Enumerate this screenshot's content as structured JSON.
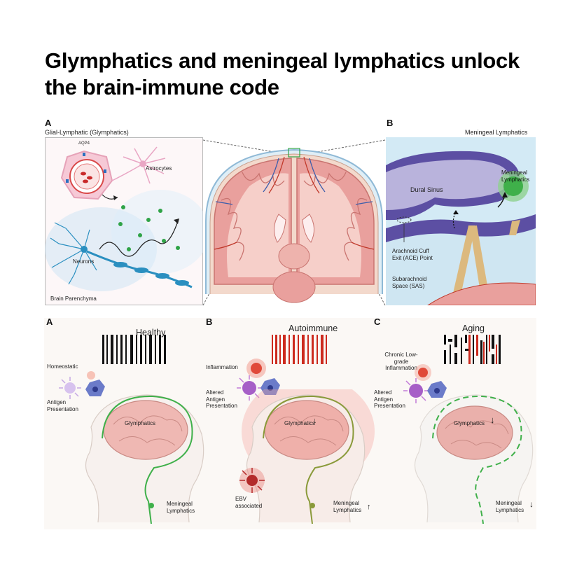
{
  "title": "Glymphatics and meningeal lymphatics unlock the brain-immune code",
  "top": {
    "panel_a": {
      "letter": "A",
      "heading": "Glial-Lymphatic (Glymphatics)",
      "aqp4": "AQP4",
      "astrocytes": "Astrocytes",
      "neurons": "Neurons",
      "parenchyma": "Brain Parenchyma"
    },
    "panel_b": {
      "letter": "B",
      "heading": "Meningeal Lymphatics",
      "dural_sinus": "Dural Sinus",
      "meningeal_lymphatics": "Meningeal Lymphatics",
      "ace": "Arachnoid Cuff Exit (ACE) Point",
      "sas": "Subarachnoid Space (SAS)"
    }
  },
  "bottom": {
    "healthy": {
      "letter": "A",
      "title": "Healthy",
      "homeostatic": "Homeostatic",
      "antigen": "Antigen Presentation",
      "glymphatics": "Glymphatics",
      "meningeal": "Meningeal Lymphatics"
    },
    "autoimmune": {
      "letter": "B",
      "title": "Autoimmune",
      "inflammation": "Inflammation",
      "altered": "Altered Antigen Presentation",
      "glymphatics": "Glymphatics",
      "ebv": "EBV associated",
      "meningeal": "Meningeal Lymphatics"
    },
    "aging": {
      "letter": "C",
      "title": "Aging",
      "chronic": "Chronic Low-grade Inflammation",
      "altered": "Altered Antigen Presentation",
      "glymphatics": "Glymphatics",
      "meningeal": "Meningeal Lymphatics"
    }
  },
  "colors": {
    "brain_pink": "#f0b8b4",
    "brain_dark": "#d98c88",
    "lymph_green": "#3fb04a",
    "sinus_purple": "#5c4fa3",
    "inflammation_red": "#e04a3a",
    "barcode_red": "#cc2a1e",
    "neuron_blue": "#2a8fc0"
  }
}
